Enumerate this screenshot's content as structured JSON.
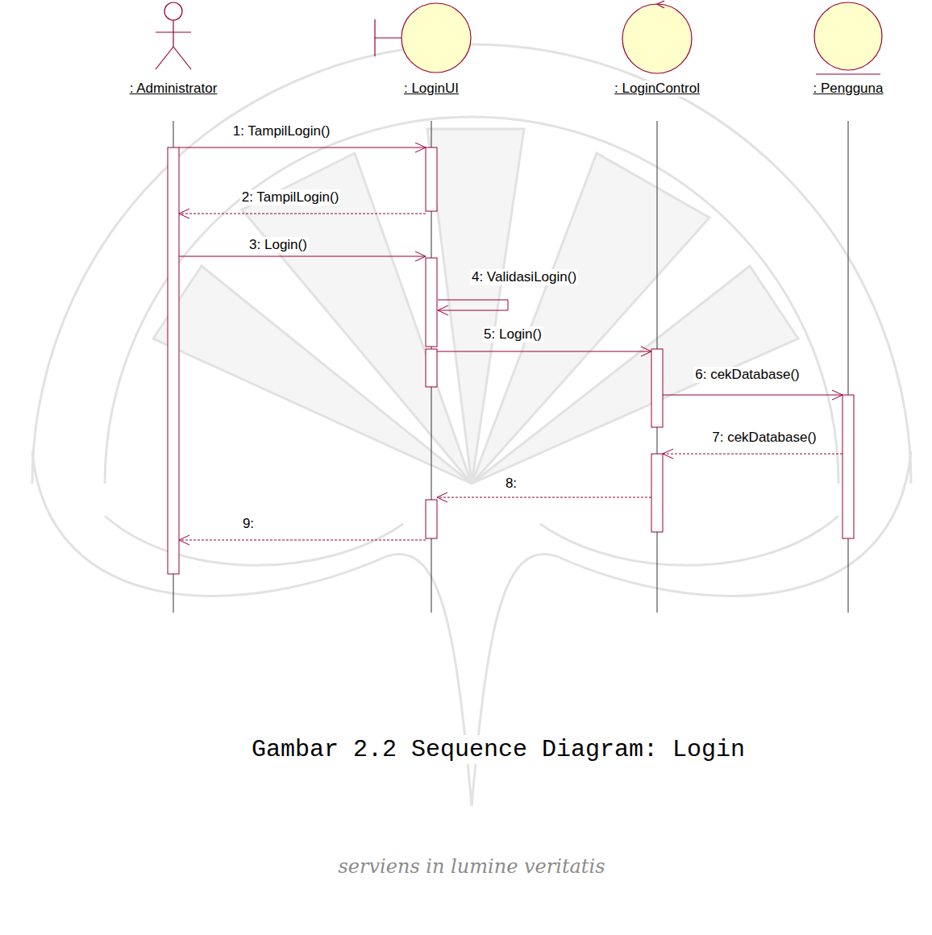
{
  "diagram": {
    "caption": "Gambar 2.2 Sequence Diagram: Login",
    "nodes": [
      {
        "text": [
          ": Administrator"
        ]
      },
      {
        "text": [
          ": LoginUI"
        ]
      },
      {
        "text": [
          ": LoginControl"
        ]
      },
      {
        "text": [
          ": Pengguna"
        ]
      }
    ],
    "edges": [
      {
        "from": 0,
        "to": 1,
        "label": "1: TampilLogin()",
        "arrow": "to"
      },
      {
        "from": 1,
        "to": 0,
        "label": "2: TampilLogin()",
        "arrow": "to"
      },
      {
        "from": 0,
        "to": 1,
        "label": "3: Login()",
        "arrow": "to"
      },
      {
        "from": 1,
        "to": 1,
        "label": "4: ValidasiLogin()",
        "arrow": "to"
      },
      {
        "from": 1,
        "to": 2,
        "label": "5: Login()",
        "arrow": "to"
      },
      {
        "from": 2,
        "to": 3,
        "label": "6: cekDatabase()",
        "arrow": "to"
      },
      {
        "from": 3,
        "to": 2,
        "label": "7: cekDatabase()",
        "arrow": "to"
      },
      {
        "from": 2,
        "to": 1,
        "label": "8:",
        "arrow": "to"
      },
      {
        "from": 1,
        "to": 0,
        "label": "9:",
        "arrow": "to"
      }
    ],
    "labels": [
      "serviens in lumine veritatis"
    ]
  }
}
